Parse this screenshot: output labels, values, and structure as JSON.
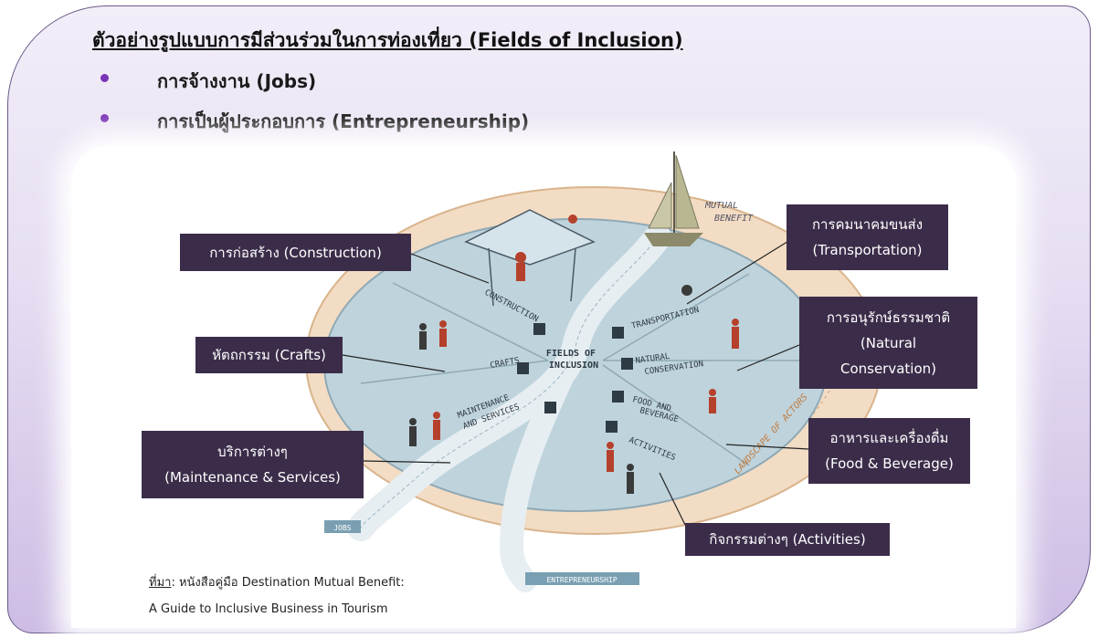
{
  "slide": {
    "heading": "ตัวอย่างรูปแบบการมีส่วนร่วมในการท่องเที่ยว (Fields of  Inclusion)",
    "bullets": [
      {
        "text": "การจ้างงาน (Jobs)"
      },
      {
        "text": "การเป็นผู้ประกอบการ (Entrepreneurship)"
      }
    ],
    "bullet_color": "#7a35b6"
  },
  "diagram": {
    "center_label": [
      "FIELDS OF",
      "INCLUSION"
    ],
    "mutual_benefit": [
      "MUTUAL",
      "BENEFIT"
    ],
    "landscape_label": "LANDSCAPE OF ACTORS",
    "river_labels": {
      "jobs": "JOBS",
      "entrepreneurship": "ENTREPRENEURSHIP"
    },
    "sector_labels": {
      "construction": "CONSTRUCTION",
      "crafts": "CRAFTS",
      "maintenance": [
        "MAINTENANCE",
        "AND SERVICES"
      ],
      "transportation": "TRANSPORTATION",
      "natural": [
        "NATURAL",
        "CONSERVATION"
      ],
      "food": [
        "FOOD AND",
        "BEVERAGE"
      ],
      "activities": "ACTIVITIES"
    },
    "colors": {
      "disc": "#bfd3dc",
      "ring": "#f2dcc4",
      "callout": "#3b2d4a"
    }
  },
  "callouts": {
    "construction": [
      "การก่อสร้าง (Construction)"
    ],
    "crafts": [
      "หัตถกรรม (Crafts)"
    ],
    "maintenance": [
      "บริการต่างๆ",
      "(Maintenance & Services)"
    ],
    "transportation": [
      "การคมนาคมขนส่ง",
      "(Transportation)"
    ],
    "natural": [
      "การอนุรักษ์ธรรมชาติ",
      "(Natural",
      "Conservation)"
    ],
    "food": [
      "อาหารและเครื่องดื่ม",
      "(Food & Beverage)"
    ],
    "activities": [
      "กิจกรรมต่างๆ (Activities)"
    ]
  },
  "source": {
    "label": "ที่มา",
    "text": ": หนังสือคู่มือ Destination Mutual Benefit:",
    "line2": "A Guide to Inclusive Business in Tourism"
  }
}
